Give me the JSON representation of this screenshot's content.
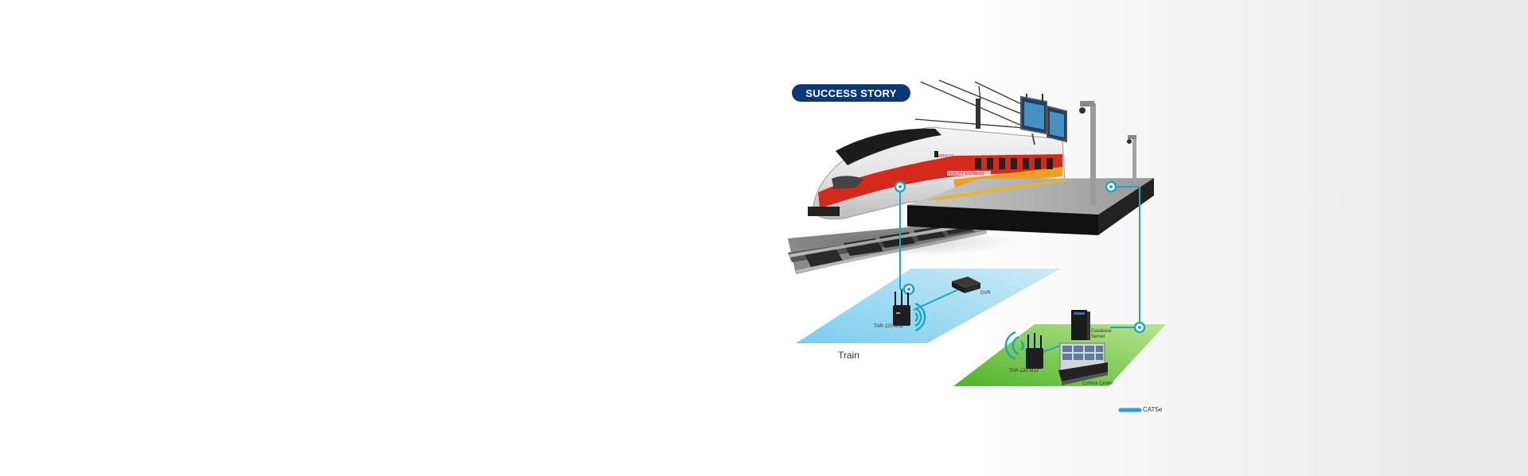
{
  "badge": {
    "label": "SUCCESS STORY"
  },
  "zones": {
    "train": {
      "label": "Train"
    }
  },
  "devices": {
    "dvr": "DVR",
    "train_router": "TAR-120-M12",
    "station_router": "TAR-120-M12",
    "database_server": [
      "Database",
      "Server"
    ],
    "control_center": "Control Center"
  },
  "legend": {
    "label": "CAT5e",
    "color": "#2aa0d8"
  },
  "train_livery": {
    "brand": "EXPRESS",
    "side_text": "INTERCITY EXPRESS"
  },
  "colors": {
    "train_zone": "#a9dcf3",
    "station_zone": "#7ccf3d",
    "link_line": "#1aa7c9",
    "badge_bg": "#0b3878"
  },
  "icons": [
    "camera-icon",
    "wireless-signal-icon",
    "router-icon",
    "dvr-icon",
    "server-icon",
    "monitor-wall-icon",
    "network-node-icon"
  ]
}
